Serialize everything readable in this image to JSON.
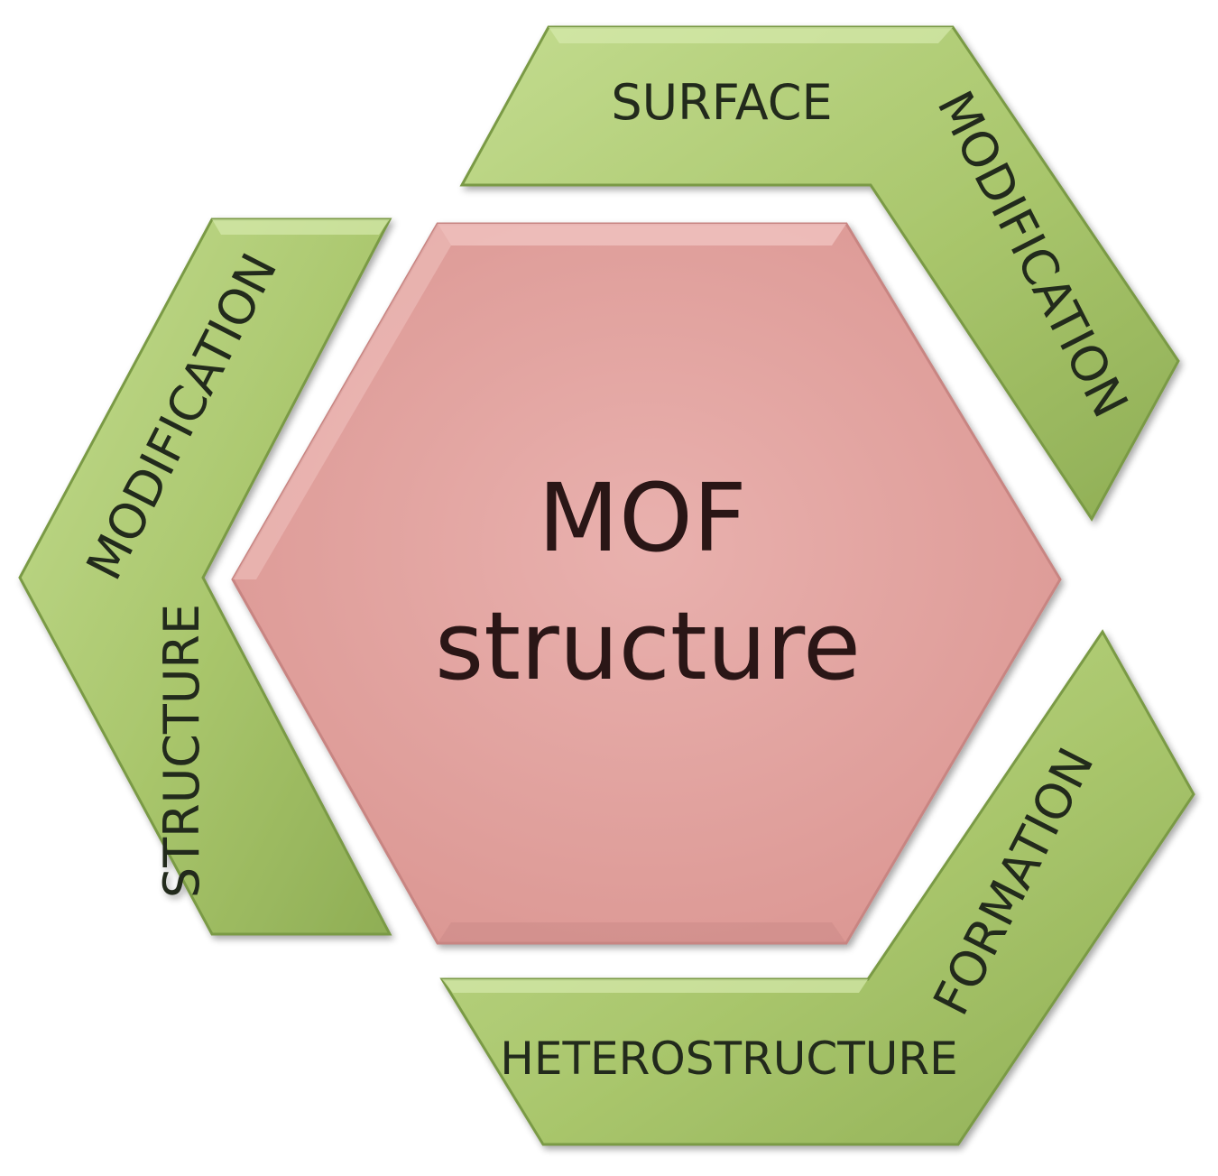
{
  "center": {
    "line1": "MOF",
    "line2": "structure"
  },
  "segments": {
    "surface": {
      "word1": "SURFACE",
      "word2": "MODIFICATION"
    },
    "structure": {
      "word1": "STRUCTURE",
      "word2": "MODIFICATION"
    },
    "heterostructure": {
      "word1": "HETEROSTRUCTURE",
      "word2": "FORMATION"
    }
  },
  "colors": {
    "segment_fill": "#a9c66c",
    "segment_edge": "#7a9a45",
    "hexagon_fill": "#e4a3a0",
    "hexagon_edge": "#c88582"
  }
}
